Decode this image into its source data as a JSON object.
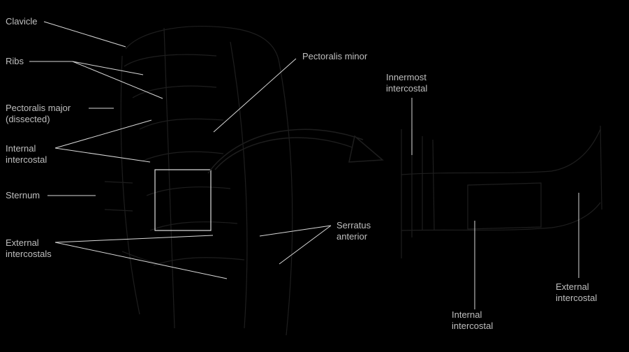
{
  "colors": {
    "background": "#000000",
    "label_text": "#bfbfbf",
    "leader_line": "#d9d9d9",
    "faint_anatomy_stroke": "#1e1e1e",
    "magnify_box": "#e0e0e0"
  },
  "labels": {
    "clavicle": "Clavicle",
    "ribs": "Ribs",
    "pectoralis_major": [
      "Pectoralis major",
      "(dissected)"
    ],
    "internal_intercostal_left": [
      "Internal",
      "intercostal"
    ],
    "sternum": "Sternum",
    "external_intercostals": [
      "External",
      "intercostals"
    ],
    "pectoralis_minor": "Pectoralis minor",
    "serratus_anterior": [
      "Serratus",
      "anterior"
    ],
    "innermost_intercostal": [
      "Innermost",
      "intercostal"
    ],
    "internal_intercostal_right": [
      "Internal",
      "intercostal"
    ],
    "external_intercostal_right": [
      "External",
      "intercostal"
    ]
  },
  "icons": {
    "magnify_arrow": "curved-arrow-icon",
    "detail_box": "magnify-box"
  }
}
